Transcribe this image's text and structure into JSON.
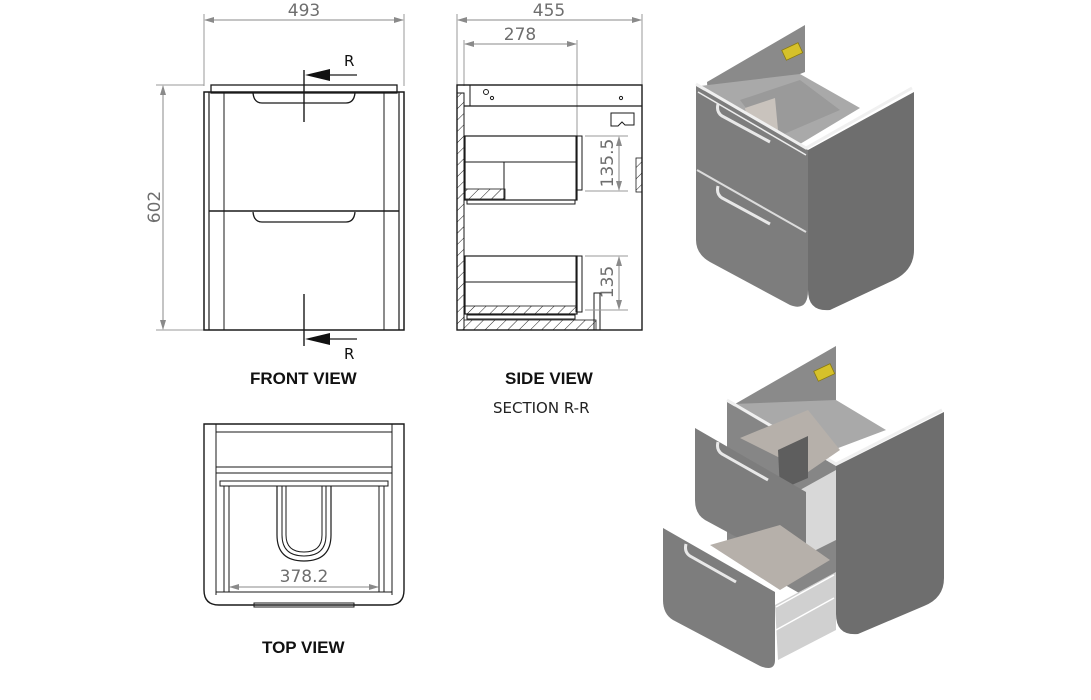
{
  "drawing": {
    "front_view": {
      "title": "FRONT VIEW",
      "dims": {
        "width": "493",
        "height": "602"
      },
      "section_marker": "R"
    },
    "side_view": {
      "title": "SIDE VIEW",
      "subtitle": "SECTION R-R",
      "dims": {
        "depth": "455",
        "inner_depth": "278",
        "upper_drawer_height": "135.5",
        "lower_drawer_height": "135"
      }
    },
    "top_view": {
      "title": "TOP VIEW",
      "dims": {
        "inner_width": "378.2"
      }
    },
    "isometric_views": [
      {
        "state": "closed drawers"
      },
      {
        "state": "open drawers"
      }
    ],
    "colors": {
      "line": "#1a1a1a",
      "dimension": "#8a8a8a",
      "cabinet_body": "#7a7a7a",
      "cabinet_side": "#6e6e6e",
      "cabinet_interior": "#a9a9a9",
      "drawer_liner": "#c9c3bd",
      "bracket": "#d6c12a"
    }
  }
}
